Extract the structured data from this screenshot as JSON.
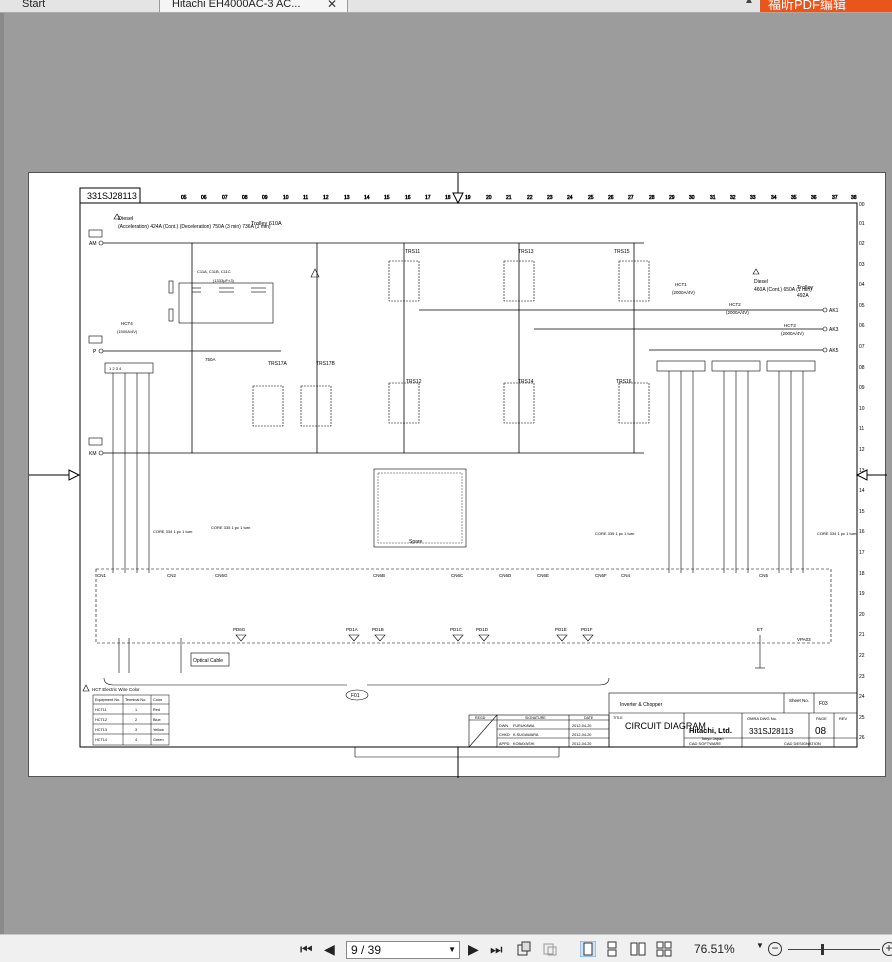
{
  "tabs": [
    {
      "label": "Start"
    },
    {
      "label": "Hitachi EH4000AC-3 AC..."
    }
  ],
  "banner_text": "福昕PDF编辑",
  "document": {
    "sheet_code": "331SJ28113",
    "labels": {
      "diesel_top": "Diesel",
      "diesel_rating": "(Acceleration) 424A (Cont.) (Deceleration) 750A (3 min) 736A (1 min)",
      "trolley_top": "Trolley 610A",
      "am": "AM",
      "p": "P",
      "km": "KM",
      "current_750": "750A",
      "diesel_right": "Diesel",
      "diesel_right_rating": "460A (Cont.) 650A (1 min)",
      "trolley_right": "Trolley",
      "trolley_right_rating": "492A",
      "ak1": "AK1",
      "ak3": "AK3",
      "ak5": "AK5",
      "hct4": "HCT4",
      "hct4_rating": "(1500A/4V)",
      "hct1": "HCT1",
      "hct1_rating": "(2000A/4V)",
      "hct2": "HCT2",
      "hct2_rating": "(2000A/4V)",
      "hct3": "HCT3",
      "hct3_rating": "(2000A/4V)",
      "spare": "Spare",
      "optical_cable": "Optical Cable",
      "f01": "F01",
      "hct_wire_title": "HCT Electric Wire Color",
      "vpa_label": "VPA03",
      "core_left": "CORE 334 1 pc 1 turn",
      "core_mid": "CORE 335 1 pc 1 turn",
      "core_right1": "CORE 335 1 pc 1 turn",
      "core_right2": "CORE 334 1 pc 1 turn"
    },
    "switches": [
      "TRS11",
      "TRS13",
      "TRS15",
      "TRS12",
      "TRS14",
      "TRS16",
      "TRS17A",
      "TRS17B"
    ],
    "connectors": [
      "CN1",
      "CN2",
      "CN4",
      "CN5",
      "CN6G",
      "CN6B",
      "CN6C",
      "CN6D",
      "CN6E",
      "CN6F"
    ],
    "pd_labels": [
      "PD6G",
      "PD1A",
      "PD1B",
      "PD1C",
      "PD1D",
      "PD1E",
      "PD1F",
      "ET"
    ],
    "wire_table": {
      "headers": [
        "Equipment No.",
        "Terminal No.",
        "Color"
      ],
      "rows": [
        [
          "HCT11",
          "1",
          "Red"
        ],
        [
          "HCT12",
          "2",
          "Blue"
        ],
        [
          "HCT13",
          "3",
          "Yellow"
        ],
        [
          "HCT14",
          "4",
          "Green"
        ]
      ]
    },
    "title_block": {
      "subject": "Inverter & Chopper",
      "sheet_label": "Sheet No.",
      "sheet_value": "F03",
      "title": "CIRCUIT DIAGRAM",
      "company": "Hitachi, Ltd.",
      "company_city": "Tokyo Japan",
      "dwg_label": "OMRA DWG No.",
      "dwg_no": "331SJ28113",
      "page_label": "PAGE",
      "page_no": "08",
      "rev_label": "REV",
      "cad_label": "CAD SOFTWARE",
      "cad_desc": "CAD DESIGNATION",
      "sig_rows": [
        [
          "DWN.",
          "FURUKAWA",
          "2012-04-20"
        ],
        [
          "CHKD",
          "K.SUGAWARA",
          "2012-04-20"
        ],
        [
          "APPD.",
          "KOBAYASHI",
          "2012-04-20"
        ]
      ],
      "sig_headers": [
        "REGD",
        "SIGNATURE",
        "DATE",
        "TITLE"
      ]
    }
  },
  "statusbar": {
    "page_value": "9 / 39",
    "zoom_value": "76.51%"
  }
}
